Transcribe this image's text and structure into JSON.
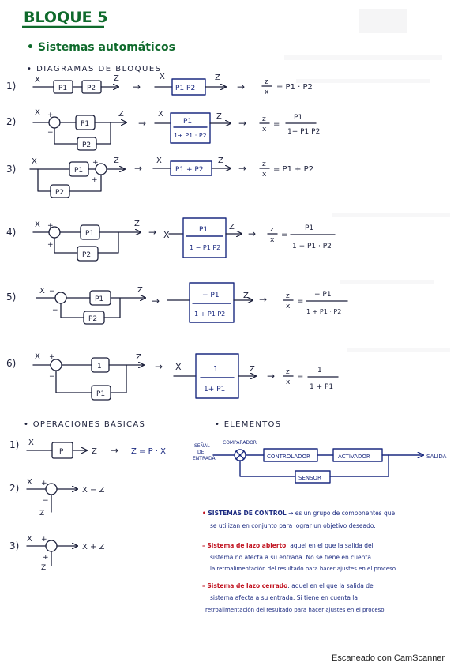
{
  "title": "BLOQUE 5",
  "section_heading": "Sistemas automáticos",
  "block_diagrams": {
    "heading": "DIAGRAMAS DE BLOQUES",
    "items": [
      {
        "num": "1)",
        "in": "X",
        "out": "Z",
        "p1": "P1",
        "p2": "P2",
        "eq_lhs": "z",
        "eq_den": "x",
        "eq_rhs": "= P1 · P2",
        "box": "P1 P2"
      },
      {
        "num": "2)",
        "in": "X",
        "out": "Z",
        "p1": "P1",
        "p2": "P2",
        "box_num": "P1",
        "box_den": "1+ P1 · P2",
        "eq_lhs": "z",
        "eq_den": "x",
        "eq_num": "P1",
        "eq_rhs_den": "1+ P1 P2"
      },
      {
        "num": "3)",
        "in": "X",
        "out": "Z",
        "p1": "P1",
        "p2": "P2",
        "box": "P1 + P2",
        "eq_lhs": "z",
        "eq_den": "x",
        "eq_rhs": "= P1 + P2"
      },
      {
        "num": "4)",
        "in": "X",
        "out": "Z",
        "p1": "P1",
        "p2": "P2",
        "box_num": "P1",
        "box_den": "1 − P1 P2",
        "eq_lhs": "z",
        "eq_den": "x",
        "eq_num": "P1",
        "eq_rhs_den": "1 − P1 · P2"
      },
      {
        "num": "5)",
        "in": "X",
        "out": "Z",
        "p1": "P1",
        "p2": "P2",
        "box_num": "− P1",
        "box_den": "1 + P1 P2",
        "eq_lhs": "z",
        "eq_den": "x",
        "eq_num": "− P1",
        "eq_rhs_den": "1 + P1 · P2"
      },
      {
        "num": "6)",
        "in": "X",
        "out": "Z",
        "p1": "1",
        "p2": "P1",
        "box_num": "1",
        "box_den": "1+ P1",
        "eq_lhs": "z",
        "eq_den": "x",
        "eq_num": "1",
        "eq_rhs_den": "1 + P1"
      }
    ]
  },
  "basic_ops": {
    "heading": "OPERACIONES BÁSICAS",
    "items": [
      {
        "num": "1)",
        "in": "X",
        "out": "Z",
        "block": "P",
        "eq": "Z = P · X"
      },
      {
        "num": "2)",
        "in": "X",
        "out": "X − Z",
        "side": "Z"
      },
      {
        "num": "3)",
        "in": "X",
        "out": "X + Z",
        "side": "Z"
      }
    ]
  },
  "elements": {
    "heading": "ELEMENTOS",
    "input_label": [
      "SEÑAL",
      "DE",
      "ENTRADA"
    ],
    "comparator": "COMPARADOR",
    "controller": "CONTROLADOR",
    "actuator": "ACTIVADOR",
    "sensor": "SENSOR",
    "output": "SALIDA"
  },
  "definitions": [
    {
      "term": "SISTEMAS DE CONTROL",
      "lines": [
        "es un grupo de componentes que",
        "se utilizan en conjunto para lograr un objetivo deseado."
      ]
    },
    {
      "term": "Sistema de lazo abierto",
      "lines": [
        "aquel en el que la salida del",
        "sistema no afecta a su entrada. No se tiene en cuenta",
        "la retroalimentación del resultado para hacer ajustes en el proceso."
      ]
    },
    {
      "term": "Sistema de lazo cerrado",
      "lines": [
        "aquel en el que la salida del",
        "sistema afecta a su entrada. Si tiene en cuenta la",
        "retroalimentación del resultado para hacer ajustes en el proceso."
      ]
    }
  ],
  "footer": "Escaneado con CamScanner"
}
